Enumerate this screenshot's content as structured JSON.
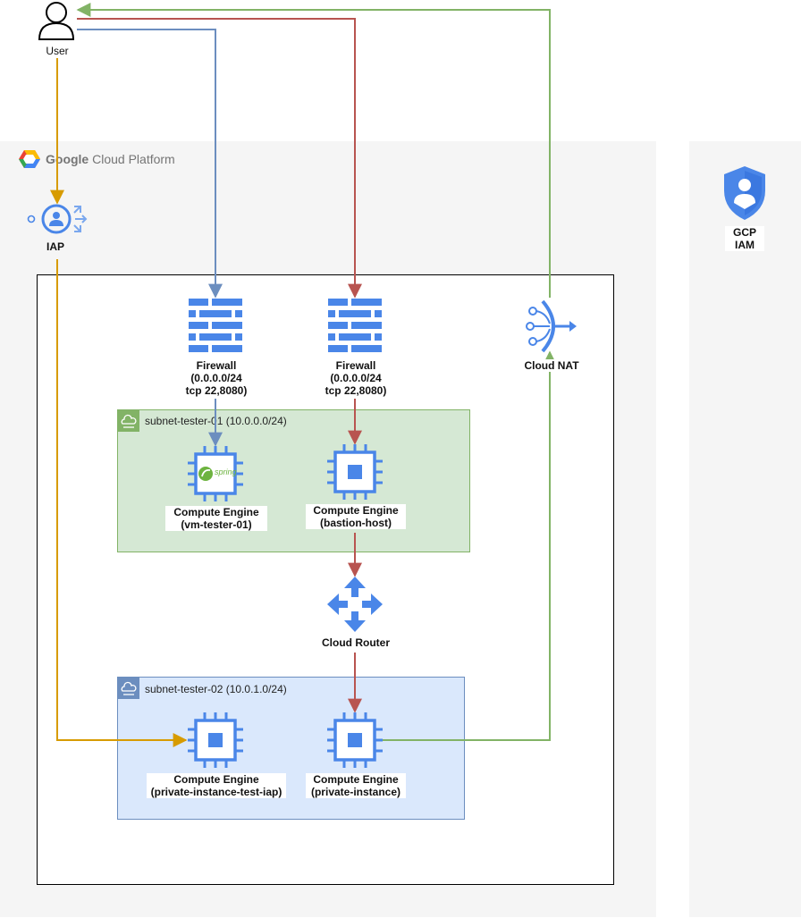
{
  "user": {
    "label": "User"
  },
  "platform": {
    "brand": "Google",
    "name": "Cloud Platform"
  },
  "iap": {
    "label": "IAP"
  },
  "iam": {
    "label": "GCP\nIAM"
  },
  "firewall_1": {
    "label": "Firewall\n(0.0.0.0/24\ntcp 22,8080)"
  },
  "firewall_2": {
    "label": "Firewall\n(0.0.0.0/24\ntcp 22,8080)"
  },
  "cloud_nat": {
    "label": "Cloud NAT"
  },
  "subnet_1": {
    "label": "subnet-tester-01 (10.0.0.0/24)"
  },
  "subnet_2": {
    "label": "subnet-tester-02 (10.0.1.0/24)"
  },
  "vm_tester": {
    "label": "Compute Engine\n(vm-tester-01)",
    "badge": "spring"
  },
  "bastion": {
    "label": "Compute Engine\n(bastion-host)"
  },
  "cloud_router": {
    "label": "Cloud Router"
  },
  "private_iap": {
    "label": "Compute Engine\n(private-instance-test-iap)"
  },
  "private_instance": {
    "label": "Compute Engine\n(private-instance)"
  },
  "colors": {
    "blue_flow": "#6c8ebf",
    "red_flow": "#b85450",
    "green_flow": "#82b366",
    "orange_flow": "#d79b00",
    "gcp_icon": "#4a86e8"
  }
}
